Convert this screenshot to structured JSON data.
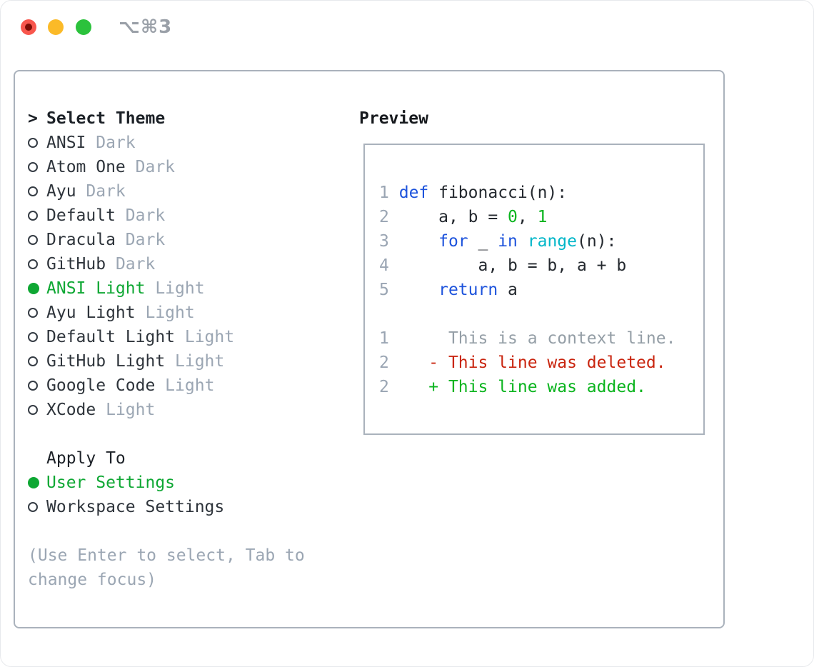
{
  "window": {
    "hotkey": "⌥⌘3"
  },
  "colors": {
    "green-ui": "#0ea733",
    "text-dark": "#2e343b",
    "text-gray": "#9ba6b3",
    "code-text": "#24292f",
    "kw": "#1d53dc",
    "fn": "#00b6c8",
    "lit": "#0ab41e",
    "del": "#c9250f",
    "add": "#0ab41e",
    "ctx": "#949ea6",
    "ln": "#9aa5b3",
    "border": "#aab2bc"
  },
  "theme_panel": {
    "header": {
      "prefix": ">",
      "label": "Select Theme"
    },
    "themes": [
      {
        "name": "ANSI",
        "variant": "Dark",
        "selected": false
      },
      {
        "name": "Atom One",
        "variant": "Dark",
        "selected": false
      },
      {
        "name": "Ayu",
        "variant": "Dark",
        "selected": false
      },
      {
        "name": "Default",
        "variant": "Dark",
        "selected": false
      },
      {
        "name": "Dracula",
        "variant": "Dark",
        "selected": false
      },
      {
        "name": "GitHub",
        "variant": "Dark",
        "selected": false
      },
      {
        "name": "ANSI Light",
        "variant": "Light",
        "selected": true
      },
      {
        "name": "Ayu Light",
        "variant": "Light",
        "selected": false
      },
      {
        "name": "Default Light",
        "variant": "Light",
        "selected": false
      },
      {
        "name": "GitHub Light",
        "variant": "Light",
        "selected": false
      },
      {
        "name": "Google Code",
        "variant": "Light",
        "selected": false
      },
      {
        "name": "XCode",
        "variant": "Light",
        "selected": false
      }
    ],
    "apply_to": {
      "label": "Apply To",
      "options": [
        {
          "name": "User Settings",
          "selected": true
        },
        {
          "name": "Workspace Settings",
          "selected": false
        }
      ]
    },
    "help": "(Use Enter to select, Tab to change focus)"
  },
  "preview": {
    "title": "Preview",
    "lines": [
      {
        "segments": []
      },
      {
        "segments": [
          {
            "c": "ln",
            "t": "1"
          },
          {
            "c": "txt",
            "t": " "
          },
          {
            "c": "kw",
            "t": "def"
          },
          {
            "c": "txt",
            "t": " fibonacci(n):"
          }
        ]
      },
      {
        "segments": [
          {
            "c": "ln",
            "t": "2"
          },
          {
            "c": "txt",
            "t": "     a, b = "
          },
          {
            "c": "lit",
            "t": "0"
          },
          {
            "c": "txt",
            "t": ", "
          },
          {
            "c": "lit",
            "t": "1"
          }
        ]
      },
      {
        "segments": [
          {
            "c": "ln",
            "t": "3"
          },
          {
            "c": "txt",
            "t": "     "
          },
          {
            "c": "kw",
            "t": "for"
          },
          {
            "c": "txt",
            "t": " _ "
          },
          {
            "c": "kw",
            "t": "in"
          },
          {
            "c": "txt",
            "t": " "
          },
          {
            "c": "fn",
            "t": "range"
          },
          {
            "c": "txt",
            "t": "(n):"
          }
        ]
      },
      {
        "segments": [
          {
            "c": "ln",
            "t": "4"
          },
          {
            "c": "txt",
            "t": "         a, b = b, a + b"
          }
        ]
      },
      {
        "segments": [
          {
            "c": "ln",
            "t": "5"
          },
          {
            "c": "txt",
            "t": "     "
          },
          {
            "c": "kw",
            "t": "return"
          },
          {
            "c": "txt",
            "t": " a"
          }
        ]
      },
      {
        "segments": []
      },
      {
        "segments": [
          {
            "c": "ln",
            "t": "1"
          },
          {
            "c": "ctx",
            "t": "      This is a context line."
          }
        ]
      },
      {
        "segments": [
          {
            "c": "ln",
            "t": "2"
          },
          {
            "c": "txt",
            "t": "    "
          },
          {
            "c": "del",
            "t": "- This line was deleted."
          }
        ]
      },
      {
        "segments": [
          {
            "c": "ln",
            "t": "2"
          },
          {
            "c": "txt",
            "t": "    "
          },
          {
            "c": "add",
            "t": "+ This line was added."
          }
        ]
      }
    ]
  }
}
